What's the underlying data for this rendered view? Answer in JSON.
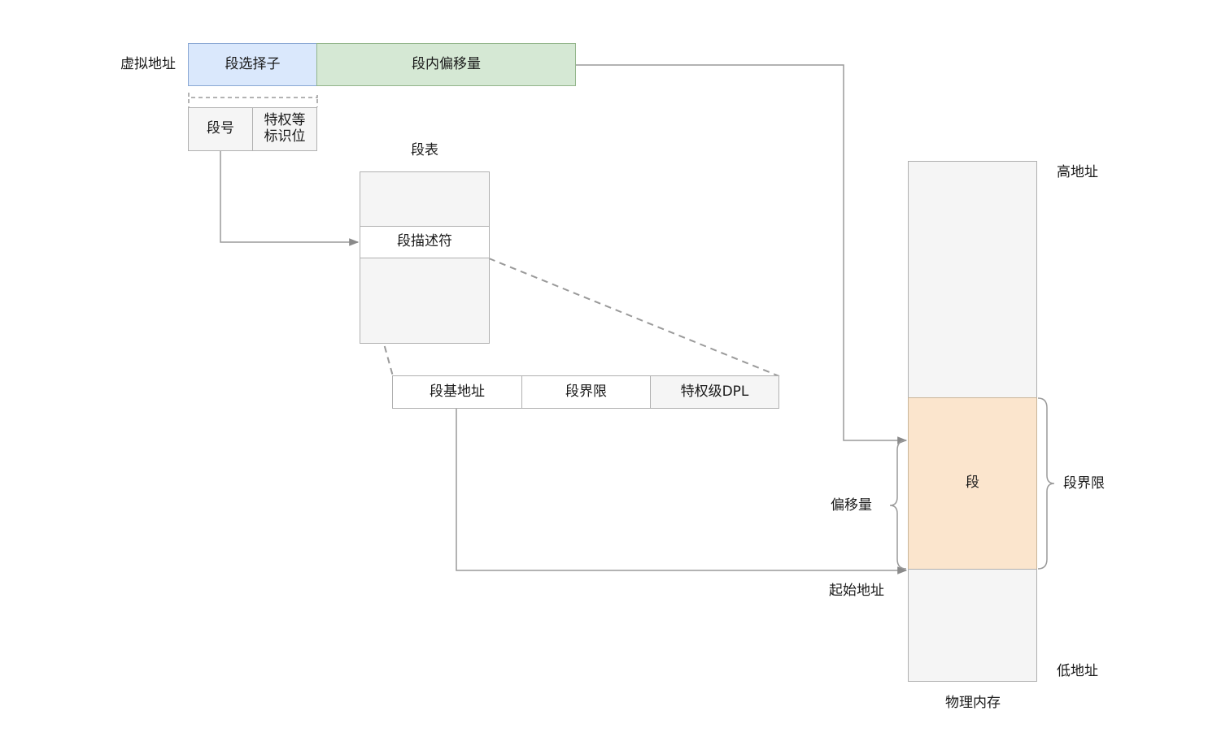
{
  "virtual_address": {
    "label": "虚拟地址",
    "selector": "段选择子",
    "offset": "段内偏移量"
  },
  "selector_fields": {
    "segment_number": "段号",
    "privilege_flags_line1": "特权等",
    "privilege_flags_line2": "标识位"
  },
  "segment_table": {
    "title": "段表",
    "descriptor": "段描述符"
  },
  "descriptor_fields": {
    "base": "段基地址",
    "limit": "段界限",
    "dpl": "特权级DPL"
  },
  "physical_memory": {
    "high": "高地址",
    "low": "低地址",
    "segment": "段",
    "limit": "段界限",
    "offset": "偏移量",
    "start": "起始地址",
    "title": "物理内存"
  },
  "colors": {
    "selector_fill": "#dae8fc",
    "offset_fill": "#d5e8d4",
    "segment_fill": "#fbe5cd",
    "gray_fill": "#f5f5f5",
    "line": "#9a9a9a"
  }
}
